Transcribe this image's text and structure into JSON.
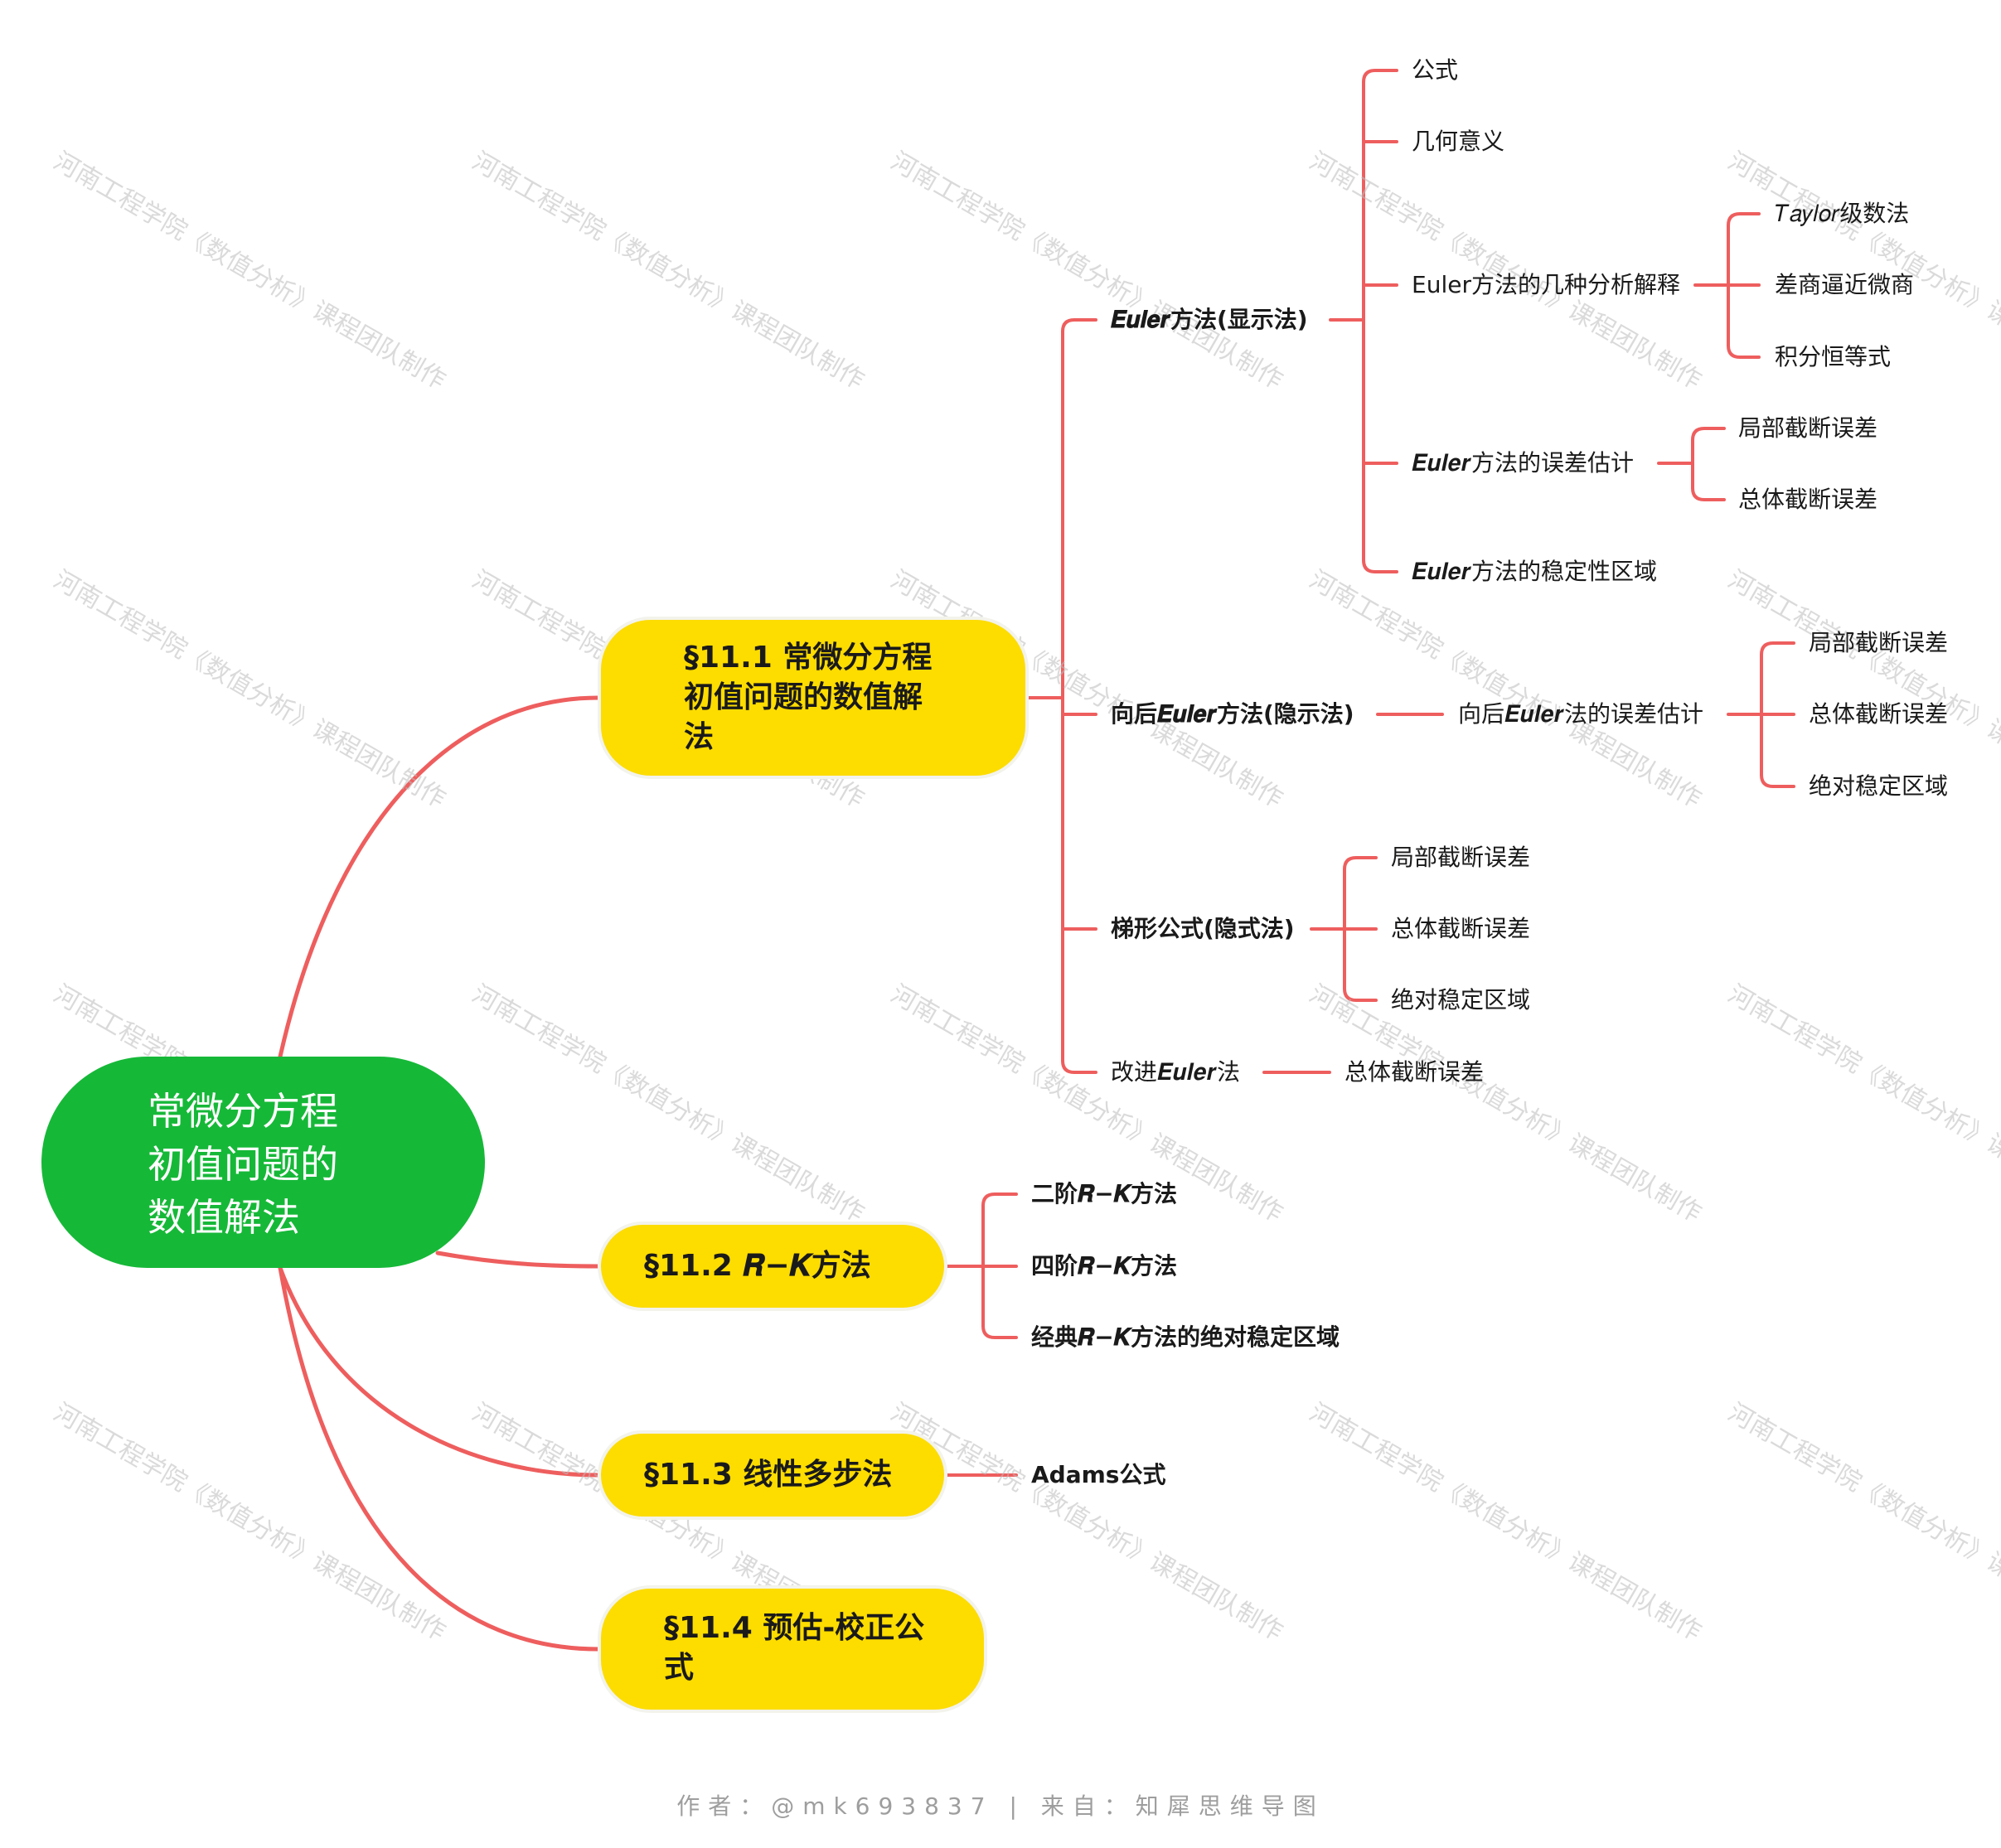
{
  "root": {
    "label_lines": [
      "常微分方程",
      "初值问题的",
      "数值解法"
    ]
  },
  "sections": [
    {
      "id": "s1",
      "label_lines": [
        "§11.1 常微分方程",
        "初值问题的数值解",
        "法"
      ]
    },
    {
      "id": "s2",
      "label_lines": [
        "§11.2 𝑹−𝑲方法"
      ]
    },
    {
      "id": "s3",
      "label_lines": [
        "§11.3 线性多步法"
      ]
    },
    {
      "id": "s4",
      "label_lines": [
        "§11.4 预估-校正公",
        "式"
      ]
    }
  ],
  "nodes": {
    "euler_explicit": "𝑬𝒖𝒍𝒆𝒓方法(显示法)",
    "formula": "公式",
    "geometric_meaning": "几何意义",
    "euler_analysis": "Euler方法的几种分析解释",
    "taylor": "𝑇𝑎𝑦𝑙𝑜𝑟级数法",
    "diff_quotient": "差商逼近微商",
    "integral_identity": "积分恒等式",
    "euler_error": "𝑬𝒖𝒍𝒆𝒓方法的误差估计",
    "euler_error_local": "局部截断误差",
    "euler_error_global": "总体截断误差",
    "euler_stability": "𝑬𝒖𝒍𝒆𝒓方法的稳定性区域",
    "backward_euler": "向后𝑬𝒖𝒍𝒆𝒓方法(隐示法)",
    "backward_error": "向后𝑬𝒖𝒍𝒆𝒓法的误差估计",
    "backward_local": "局部截断误差",
    "backward_global": "总体截断误差",
    "backward_stable": "绝对稳定区域",
    "trapezoid": "梯形公式(隐式法)",
    "trap_local": "局部截断误差",
    "trap_global": "总体截断误差",
    "trap_stable": "绝对稳定区域",
    "improved_euler": "改进𝑬𝒖𝒍𝒆𝒓法",
    "improved_global": "总体截断误差",
    "rk2": "二阶𝑹−𝑲方法",
    "rk4": "四阶𝑹−𝑲方法",
    "rk_classic": "经典𝑹−𝑲方法的绝对稳定区域",
    "adams": "Adams公式"
  },
  "watermark": "河南工程学院《数值分析》课程团队制作",
  "footer": "作者：@mk693837 | 来自：知犀思维导图",
  "colors": {
    "root": "#16b838",
    "section": "#fddc00",
    "line": "#ee5e5e"
  }
}
